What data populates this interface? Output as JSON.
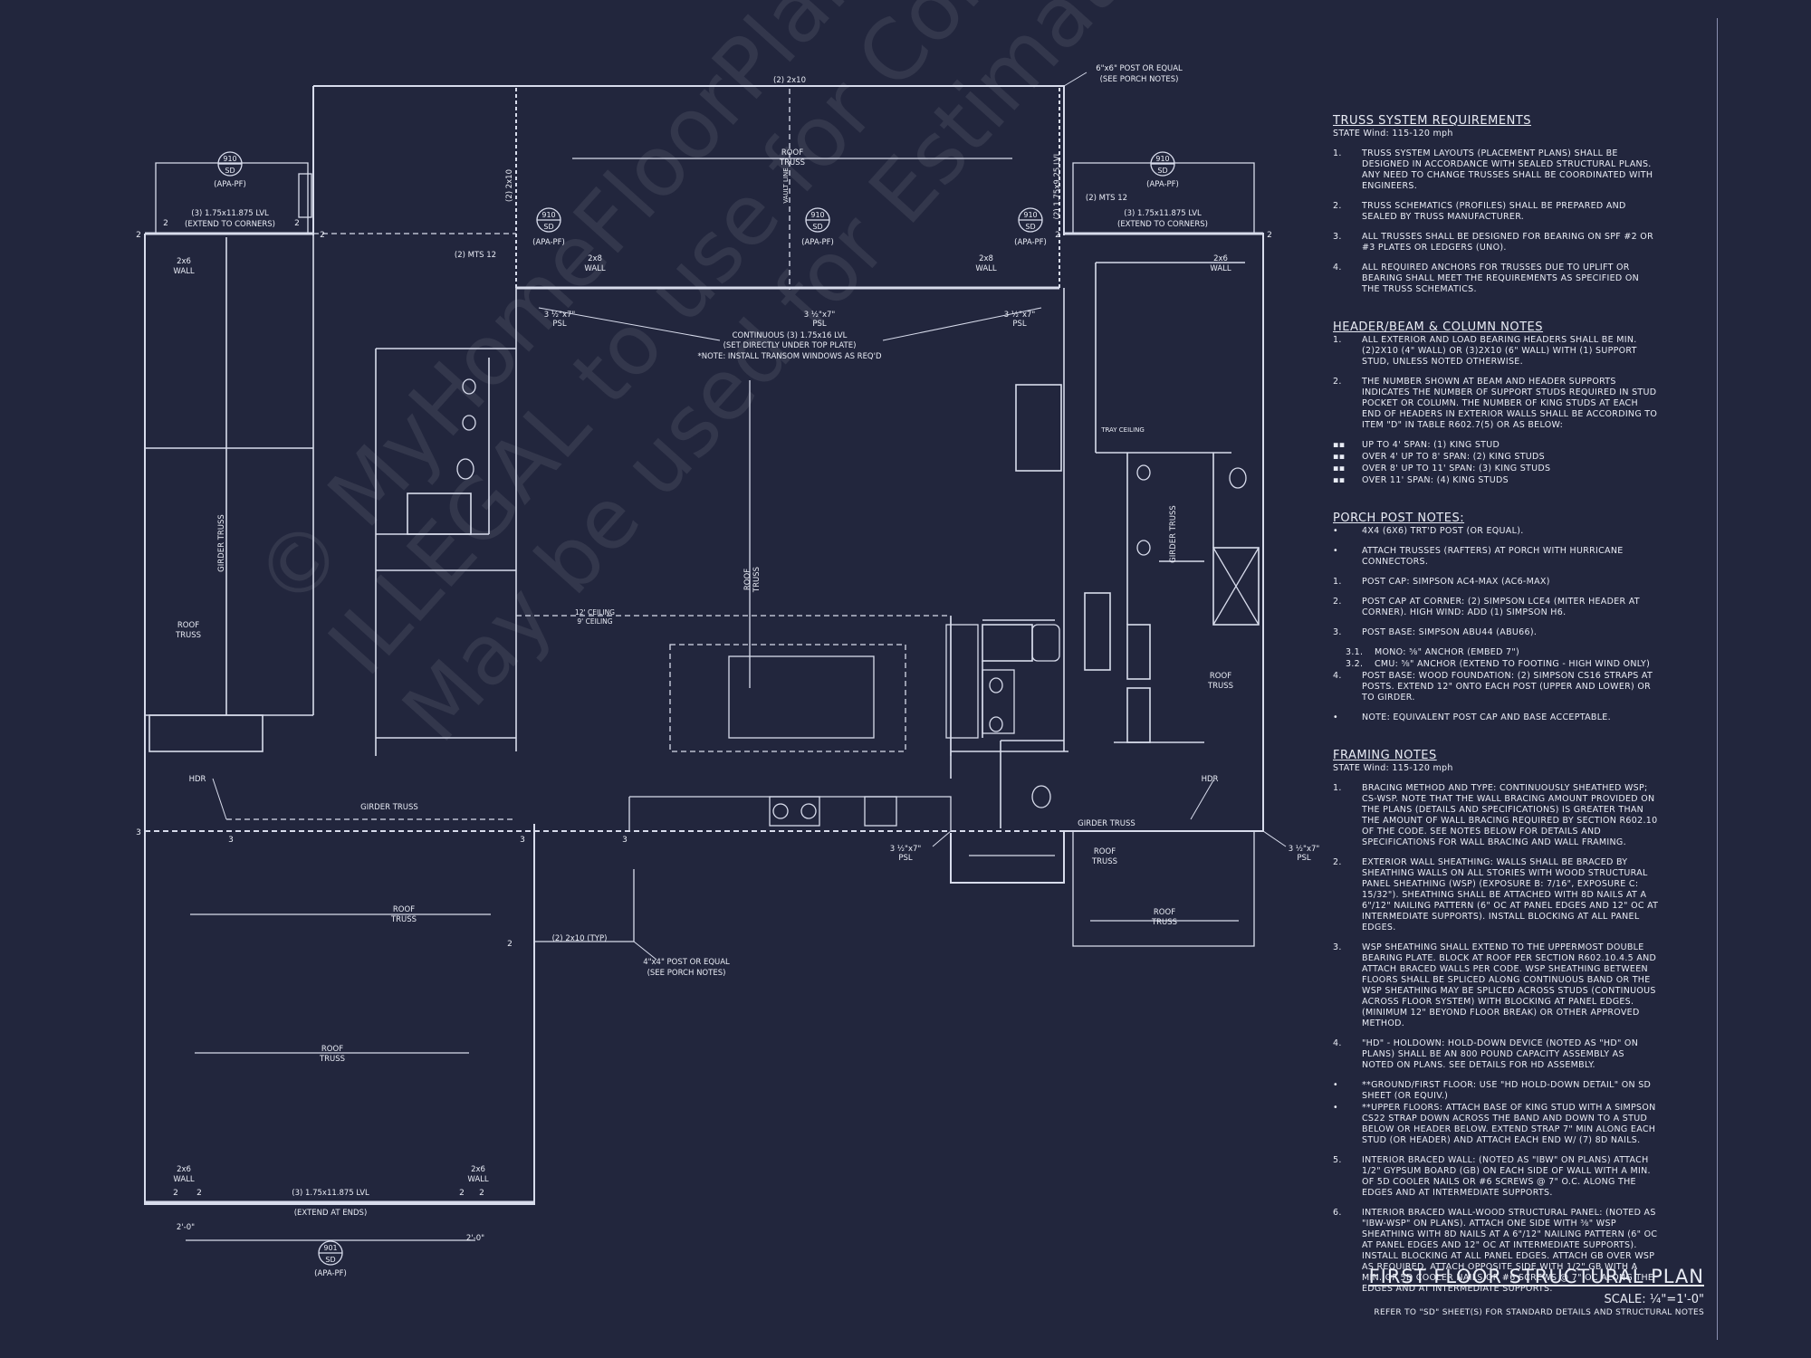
{
  "plan_labels": {
    "top_beam": "(2) 2x10",
    "post_top": "6\"x6\" POST OR EQUAL",
    "post_top_sub": "(SEE PORCH NOTES)",
    "roof_truss": "ROOF",
    "truss": "TRUSS",
    "girder": "GIRDER TRUSS",
    "vault": "VAULT LINE",
    "lvl_left": "(3) 1.75x11.875 LVL",
    "lvl_left_sub": "(EXTEND TO CORNERS)",
    "lvl_right": "(3) 1.75x11.875 LVL",
    "lvl_right_sub": "(EXTEND TO CORNERS)",
    "lvl_bottom": "(3) 1.75x11.875 LVL",
    "lvl_bottom_sub": "(EXTEND AT ENDS)",
    "mts_left": "(2) MTS 12",
    "mts_right": "(2) MTS 12",
    "wall_2x6": "2x6",
    "wall_2x8": "2x8",
    "wall": "WALL",
    "psl": "3 ½\"x7\"",
    "psl_sub": "PSL",
    "cont_lvl": "CONTINUOUS (3) 1.75x16 LVL",
    "cont_lvl_sub": "(SET DIRECTLY UNDER TOP PLATE)",
    "cont_lvl_note": "*NOTE: INSTALL TRANSOM WINDOWS AS REQ'D",
    "ceiling_12": "12' CEILING",
    "ceiling_9": "9' CEILING",
    "tray": "TRAY CEILING",
    "hdr": "HDR",
    "beam_2x10_typ": "(2) 2x10 (TYP)",
    "post_bottom": "4\"x4\" POST OR EQUAL",
    "post_bottom_sub": "(SEE PORCH NOTES)",
    "dim": "2'-0\"",
    "apa": "(APA-PF)",
    "sd": "SD",
    "tag910": "910",
    "tag901": "901",
    "two": "2",
    "three": "3",
    "vert_2x10": "(2) 2x10",
    "vert_lvl": "(2) 1.75x9.25 LVL"
  },
  "notes": {
    "truss_title": "TRUSS SYSTEM REQUIREMENTS",
    "truss_sub": "STATE Wind: 115-120 mph",
    "truss_items": [
      {
        "n": "1.",
        "t": "TRUSS SYSTEM LAYOUTS (PLACEMENT PLANS) SHALL BE DESIGNED IN ACCORDANCE WITH SEALED STRUCTURAL PLANS. ANY NEED TO CHANGE TRUSSES SHALL BE COORDINATED WITH ENGINEERS."
      },
      {
        "n": "2.",
        "t": "TRUSS SCHEMATICS (PROFILES) SHALL BE PREPARED AND SEALED BY TRUSS MANUFACTURER."
      },
      {
        "n": "3.",
        "t": "ALL TRUSSES SHALL BE DESIGNED FOR BEARING ON SPF #2 OR #3 PLATES OR LEDGERS (UNO)."
      },
      {
        "n": "4.",
        "t": "ALL REQUIRED ANCHORS FOR TRUSSES DUE TO UPLIFT OR BEARING SHALL MEET THE REQUIREMENTS AS SPECIFIED ON THE TRUSS SCHEMATICS."
      }
    ],
    "header_title": "HEADER/BEAM & COLUMN NOTES",
    "header_items": [
      {
        "n": "1.",
        "t": "ALL EXTERIOR AND LOAD BEARING HEADERS SHALL BE MIN. (2)2x10 (4\" WALL) OR (3)2x10 (6\" WALL) WITH (1) SUPPORT STUD, UNLESS NOTED OTHERWISE."
      },
      {
        "n": "2.",
        "t": "THE NUMBER SHOWN AT BEAM AND HEADER SUPPORTS INDICATES THE NUMBER OF SUPPORT STUDS REQUIRED IN STUD POCKET OR COLUMN. THE NUMBER OF KING STUDS AT EACH END OF HEADERS IN EXTERIOR WALLS SHALL BE ACCORDING TO ITEM \"d\" IN TABLE R602.7(5) OR AS BELOW:"
      }
    ],
    "header_sub_items": [
      "UP TO 4' SPAN: (1) KING STUD",
      "OVER 4' UP TO 8' SPAN: (2) KING STUDS",
      "OVER 8' UP TO 11' SPAN: (3) KING STUDS",
      "OVER 11' SPAN: (4) KING STUDS"
    ],
    "porch_title": "PORCH POST NOTES:",
    "porch_items": [
      {
        "n": "•",
        "t": "4X4 (6x6) TRT'D POST (OR EQUAL)."
      },
      {
        "n": "•",
        "t": "ATTACH TRUSSES (RAFTERS) AT PORCH WITH HURRICANE CONNECTORS."
      },
      {
        "n": "1.",
        "t": "POST CAP: SIMPSON AC4-MAX (AC6-MAX)"
      },
      {
        "n": "2.",
        "t": "POST CAP AT CORNER: (2) SIMPSON LCE4 (MITER HEADER AT CORNER). HIGH WIND: ADD (1) SIMPSON H6."
      },
      {
        "n": "3.",
        "t": "POST BASE: SIMPSON ABU44 (ABU66)."
      },
      {
        "n": "3.1.",
        "t": "MONO: ⅝\" ANCHOR (EMBED 7\")",
        "sub": true
      },
      {
        "n": "3.2.",
        "t": "CMU: ⅝\" ANCHOR (EXTEND TO FOOTING - HIGH WIND ONLY)",
        "sub": true
      },
      {
        "n": "4.",
        "t": "POST BASE: WOOD FOUNDATION: (2) SIMPSON CS16 STRAPS AT POSTS. EXTEND 12\" ONTO EACH POST (UPPER AND LOWER) OR TO GIRDER."
      },
      {
        "n": "•",
        "t": "NOTE: EQUIVALENT POST CAP AND BASE ACCEPTABLE."
      }
    ],
    "framing_title": "FRAMING NOTES",
    "framing_sub": "STATE Wind: 115-120 mph",
    "framing_items": [
      {
        "n": "1.",
        "t": "BRACING METHOD AND TYPE: CONTINUOUSLY SHEATHED WSP; CS-WSP. NOTE THAT THE WALL BRACING AMOUNT PROVIDED ON THE PLANS (DETAILS AND SPECIFICATIONS) IS GREATER THAN THE AMOUNT OF WALL BRACING REQUIRED BY SECTION R602.10 OF THE CODE. SEE NOTES BELOW FOR DETAILS AND SPECIFICATIONS FOR WALL BRACING AND WALL FRAMING."
      },
      {
        "n": "2.",
        "t": "EXTERIOR WALL SHEATHING: WALLS SHALL BE BRACED BY SHEATHING WALLS ON ALL STORIES WITH WOOD STRUCTURAL PANEL SHEATHING (WSP) (EXPOSURE B: 7/16\", EXPOSURE C: 15/32\"). SHEATHING SHALL BE ATTACHED WITH 8d NAILS AT A 6\"/12\" NAILING PATTERN (6\" OC AT PANEL EDGES AND 12\" OC AT INTERMEDIATE SUPPORTS). INSTALL BLOCKING AT ALL PANEL EDGES."
      },
      {
        "n": "3.",
        "t": "WSP SHEATHING SHALL EXTEND TO THE UPPERMOST DOUBLE BEARING PLATE. BLOCK AT ROOF PER SECTION R602.10.4.5 AND ATTACH BRACED WALLS PER CODE. WSP SHEATHING BETWEEN FLOORS SHALL BE SPLICED ALONG CONTINUOUS BAND OR THE WSP SHEATHING MAY BE SPLICED ACROSS STUDS (CONTINUOUS ACROSS FLOOR SYSTEM) WITH BLOCKING AT PANEL EDGES. (MINIMUM 12\" BEYOND FLOOR BREAK) OR OTHER APPROVED METHOD."
      },
      {
        "n": "4.",
        "t": "\"HD\" - HOLDOWN: HOLD-DOWN DEVICE (NOTED AS \"HD\" ON PLANS) SHALL BE AN 800 POUND CAPACITY ASSEMBLY AS NOTED ON PLANS. SEE DETAILS FOR HD ASSEMBLY."
      },
      {
        "n": "•",
        "t": "**GROUND/FIRST FLOOR: USE \"HD HOLD-DOWN DETAIL\" ON SD SHEET (OR EQUIV.)",
        "tight": true
      },
      {
        "n": "•",
        "t": "**UPPER FLOORS: ATTACH BASE OF KING STUD WITH A SIMPSON CS22 STRAP DOWN ACROSS THE BAND AND DOWN TO A STUD BELOW OR HEADER BELOW. EXTEND STRAP 7\" MIN ALONG EACH STUD (OR HEADER) AND ATTACH EACH END W/ (7) 8d NAILS."
      },
      {
        "n": "5.",
        "t": "INTERIOR BRACED WALL: (NOTED AS \"IBW\" ON PLANS) ATTACH 1/2\" GYPSUM BOARD (GB) ON EACH SIDE OF WALL WITH A MIN. OF 5d COOLER NAILS OR #6 SCREWS @ 7\" O.C. ALONG THE EDGES AND AT INTERMEDIATE SUPPORTS."
      },
      {
        "n": "6.",
        "t": "INTERIOR BRACED WALL-WOOD STRUCTURAL PANEL: (NOTED AS \"IBW-WSP\" ON PLANS). ATTACH ONE SIDE WITH ⅜\" WSP SHEATHING WITH 8d NAILS AT A 6\"/12\" NAILING PATTERN (6\" OC AT PANEL EDGES AND 12\" OC AT INTERMEDIATE SUPPORTS). INSTALL BLOCKING AT ALL PANEL EDGES. ATTACH GB OVER WSP AS REQUIRED. ATTACH OPPOSITE SIDE WITH 1/2\" GB WITH A MIN. OF 5d COOLER NAILS OR #6 SCREWS @ 7\" OC ALONG THE EDGES AND AT INTERMEDIATE SUPPORTS."
      }
    ]
  },
  "title": {
    "main": "FIRST FLOOR STRUCTURAL PLAN",
    "scale": "SCALE: ¼\"=1'-0\"",
    "refer": "REFER TO \"SD\" SHEET(S) FOR STANDARD DETAILS AND STRUCTURAL NOTES"
  },
  "watermark": {
    "line1": "© MyHomeFloorPlans.com",
    "line2": "ILLEGAL to use for Construction",
    "line3": "May be used for Estimating"
  }
}
